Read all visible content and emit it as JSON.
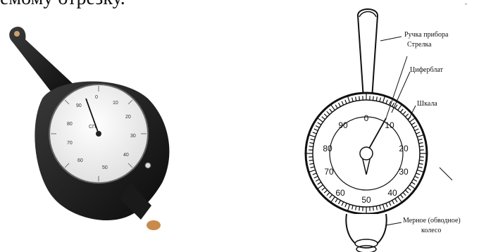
{
  "top_text": "емому отрезку.",
  "photo": {
    "dial_numbers": [
      "10",
      "20",
      "30",
      "40",
      "50",
      "60",
      "70",
      "80",
      "90",
      "0"
    ],
    "dial_center_text": "СП"
  },
  "diagram": {
    "labels": {
      "handle": "Ручка прибора",
      "pointer": "Стрелка",
      "dial": "Циферблат",
      "scale": "Шкала",
      "wheel_line1": "Мерное (обводное)",
      "wheel_line2": "колесо"
    },
    "dial_numbers": [
      "0",
      "10",
      "20",
      "30",
      "40",
      "50",
      "60",
      "70",
      "80",
      "90"
    ],
    "corner_mark": "-"
  }
}
